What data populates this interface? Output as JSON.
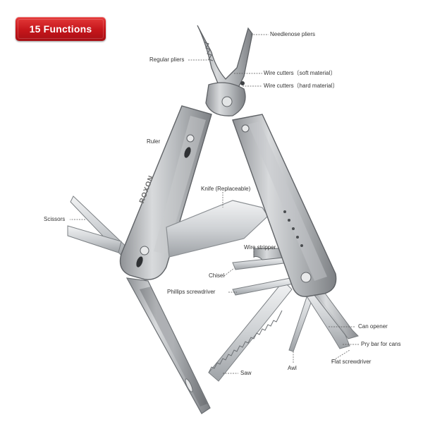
{
  "badge": {
    "text": "15 Functions",
    "color": "#d0181d"
  },
  "brand": "ROXON",
  "labels": {
    "needlenose": "Needlenose pliers",
    "regular": "Regular pliers",
    "wire_soft": "Wire cutters〔soft material〕",
    "wire_hard": "Wire cutters〔hard material〕",
    "ruler": "Ruler",
    "knife": "Knife (Replaceable)",
    "scissors": "Scissors",
    "wire_stripper": "Wire stripper",
    "chisel": "Chisel",
    "phillips": "Phillips screwdriver",
    "can_opener": "Can opener",
    "pry_bar": "Pry bar for cans",
    "flat_screwdriver": "Flat screwdriver",
    "awl": "Awl",
    "saw": "Saw"
  }
}
